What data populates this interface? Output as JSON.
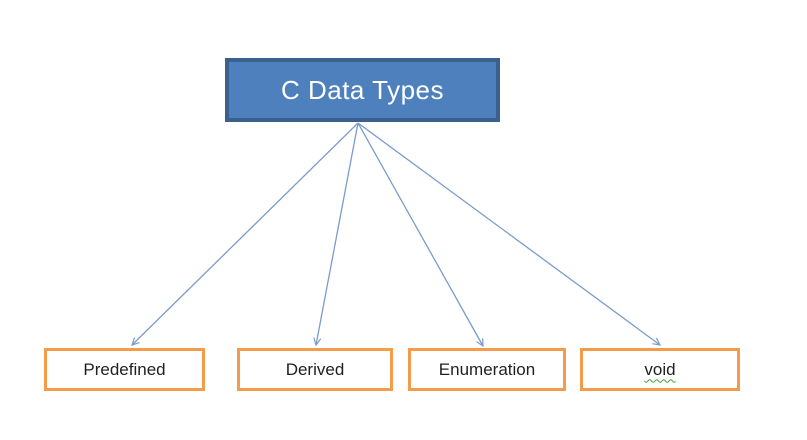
{
  "diagram": {
    "title": "C Data Types",
    "root": {
      "label": "C Data Types"
    },
    "children": [
      {
        "label": "Predefined"
      },
      {
        "label": "Derived"
      },
      {
        "label": "Enumeration"
      },
      {
        "label": "void",
        "spellcheck_squiggle": true
      }
    ],
    "connections": [
      {
        "from": "C Data Types",
        "to": "Predefined"
      },
      {
        "from": "C Data Types",
        "to": "Derived"
      },
      {
        "from": "C Data Types",
        "to": "Enumeration"
      },
      {
        "from": "C Data Types",
        "to": "void"
      }
    ],
    "colors": {
      "root_fill": "#4d80bd",
      "root_border": "#3a618e",
      "root_text": "#ffffff",
      "child_border": "#f49c49",
      "child_fill": "#ffffff",
      "child_text": "#1f1f1f",
      "connector": "#7a9ccc",
      "squiggle": "#3aa23a"
    }
  }
}
